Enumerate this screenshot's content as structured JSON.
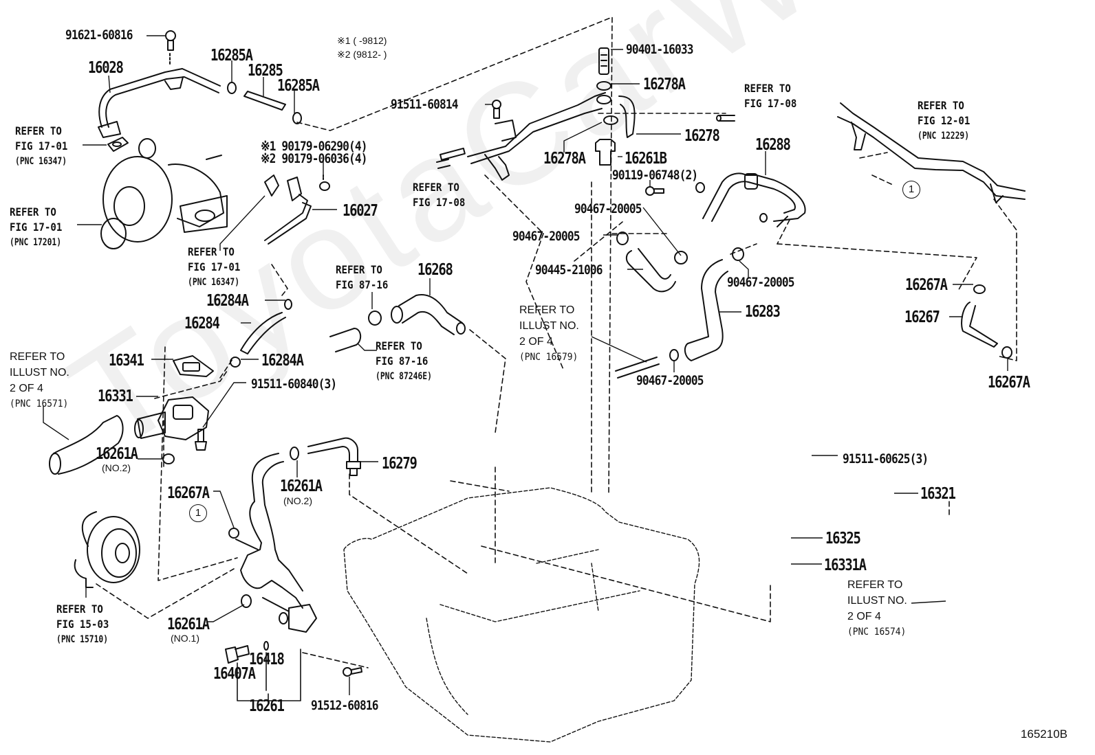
{
  "watermark": "ToyotaCarWiner.ru",
  "figure_id": "165210B",
  "notes": {
    "note1": "※1 (     -9812)",
    "note2": "※2 (9812-     )"
  },
  "parts": {
    "p91621_60816": "91621-60816",
    "p16028": "16028",
    "p16285A_a": "16285A",
    "p16285": "16285",
    "p16285A_b": "16285A",
    "p90179_1": "※1  90179-06290(4)",
    "p90179_2": "※2  90179-06036(4)",
    "p16027": "16027",
    "p91511_60814": "91511-60814",
    "p90401_16033": "90401-16033",
    "p16278A_a": "16278A",
    "p16278": "16278",
    "p16278A_b": "16278A",
    "p16261B": "16261B",
    "p90119_06748": "90119-06748(2)",
    "p16288": "16288",
    "p90467_a": "90467-20005",
    "p90467_b": "90467-20005",
    "p90445_21006": "90445-21006",
    "p90467_c": "90467-20005",
    "p16283": "16283",
    "p90467_d": "90467-20005",
    "p16267A_a": "16267A",
    "p16267": "16267",
    "p16267A_b": "16267A",
    "p16284A_a": "16284A",
    "p16284": "16284",
    "p16284A_b": "16284A",
    "p16341": "16341",
    "p16331": "16331",
    "p91511_60840": "91511-60840(3)",
    "p16268": "16268",
    "p16261A_no2_a": "16261A",
    "p16261A_no2_b": "16261A",
    "p16279": "16279",
    "p16267A_c": "16267A",
    "p16261A_no1": "16261A",
    "p16418": "16418",
    "p16407A": "16407A",
    "p16261": "16261",
    "p91512_60816": "91512-60816",
    "p91511_60625": "91511-60625(3)",
    "p16321": "16321",
    "p16325": "16325",
    "p16331A": "16331A"
  },
  "sub_labels": {
    "no2_a": "(NO.2)",
    "no2_b": "(NO.2)",
    "no1": "(NO.1)"
  },
  "refs": {
    "r_fig1701_16347_a": {
      "l1": "REFER TO",
      "l2": "FIG 17-01",
      "l3": "(PNC 16347)"
    },
    "r_fig1701_17201": {
      "l1": "REFER TO",
      "l2": "FIG 17-01",
      "l3": "(PNC 17201)"
    },
    "r_fig1701_16347_b": {
      "l1": "REFER TO",
      "l2": "FIG 17-01",
      "l3": "(PNC 16347)"
    },
    "r_fig1708_a": {
      "l1": "REFER TO",
      "l2": "FIG 17-08"
    },
    "r_fig1708_b": {
      "l1": "REFER TO",
      "l2": "FIG 17-08"
    },
    "r_fig1201": {
      "l1": "REFER TO",
      "l2": "FIG 12-01",
      "l3": "(PNC 12229)"
    },
    "r_fig8716_a": {
      "l1": "REFER TO",
      "l2": "FIG 87-16"
    },
    "r_fig8716_b": {
      "l1": "REFER TO",
      "l2": "FIG 87-16",
      "l3": "(PNC 87246E)"
    },
    "r_illust_16579": {
      "l1": "REFER TO",
      "l2": "ILLUST NO.",
      "l3": "2 OF 4",
      "l4": "(PNC 16579)"
    },
    "r_illust_16571": {
      "l1": "REFER TO",
      "l2": "ILLUST NO.",
      "l3": "2 OF 4",
      "l4": "(PNC 16571)"
    },
    "r_fig1503": {
      "l1": "REFER TO",
      "l2": "FIG 15-03",
      "l3": "(PNC 15710)"
    },
    "r_illust_16574": {
      "l1": "REFER TO",
      "l2": "ILLUST NO.",
      "l3": "2 OF 4",
      "l4": "(PNC 16574)"
    }
  },
  "callouts": {
    "c1_a": "1",
    "c1_b": "1"
  }
}
